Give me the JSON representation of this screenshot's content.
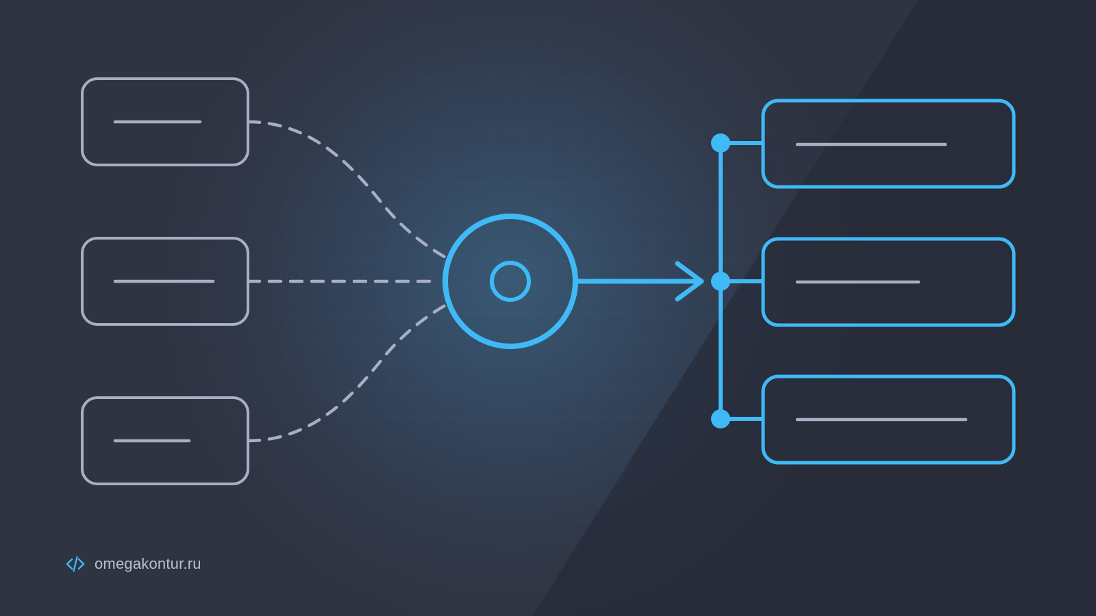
{
  "brand": {
    "icon": "code-brackets-icon",
    "text": "omegakontur.ru"
  },
  "colors": {
    "background": "#2f3442",
    "background_dark": "#262a36",
    "glow": "#39546d",
    "input_stroke": "#a8aec4",
    "accent": "#3fbaf7",
    "placeholder_line": "#a8aec4"
  },
  "diagram": {
    "inputs": [
      "input-node-1",
      "input-node-2",
      "input-node-3"
    ],
    "hub": "merge-hub",
    "outputs": [
      "output-node-1",
      "output-node-2",
      "output-node-3"
    ],
    "input_connector_style": "dashed",
    "output_connector_style": "solid"
  }
}
